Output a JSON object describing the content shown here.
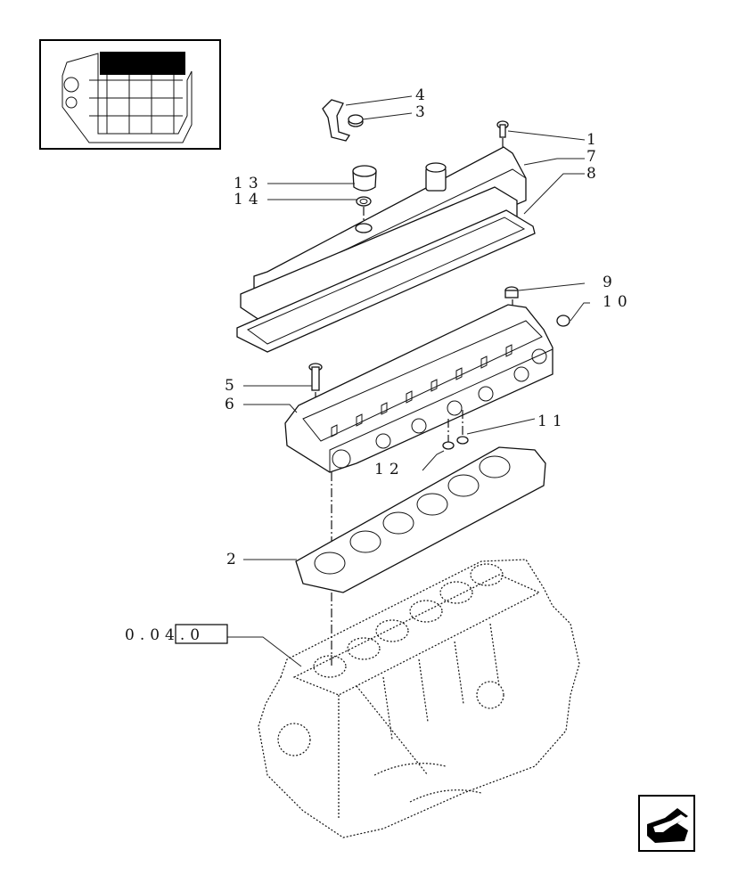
{
  "callouts": {
    "c1": "1",
    "c2": "2",
    "c3": "3",
    "c4": "4",
    "c5": "5",
    "c6": "6",
    "c7": "7",
    "c8": "8",
    "c9": "9",
    "c10": "10",
    "c11": "11",
    "c12": "12",
    "c13": "13",
    "c14": "14",
    "ref": "0.04.0"
  },
  "icons": {
    "thumbnail": "engine-thumbnail-icon",
    "nav": "next-page-arrow-icon"
  }
}
